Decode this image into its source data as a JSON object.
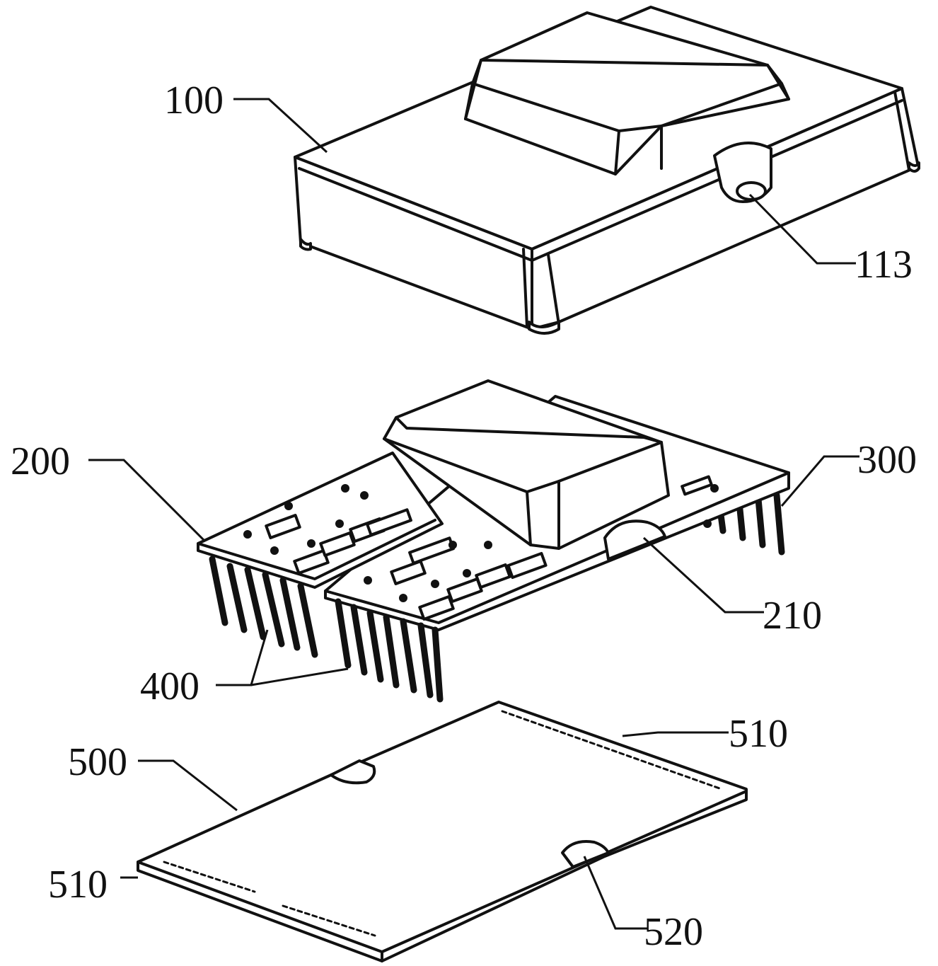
{
  "labels": {
    "cover": "100",
    "cover_slot": "113",
    "left_board": "200",
    "right_board": "300",
    "board_notch": "210",
    "pins": "400",
    "base_plate": "500",
    "pad_row_top": "510",
    "pad_row_bottom": "510",
    "plate_notch": "520"
  }
}
